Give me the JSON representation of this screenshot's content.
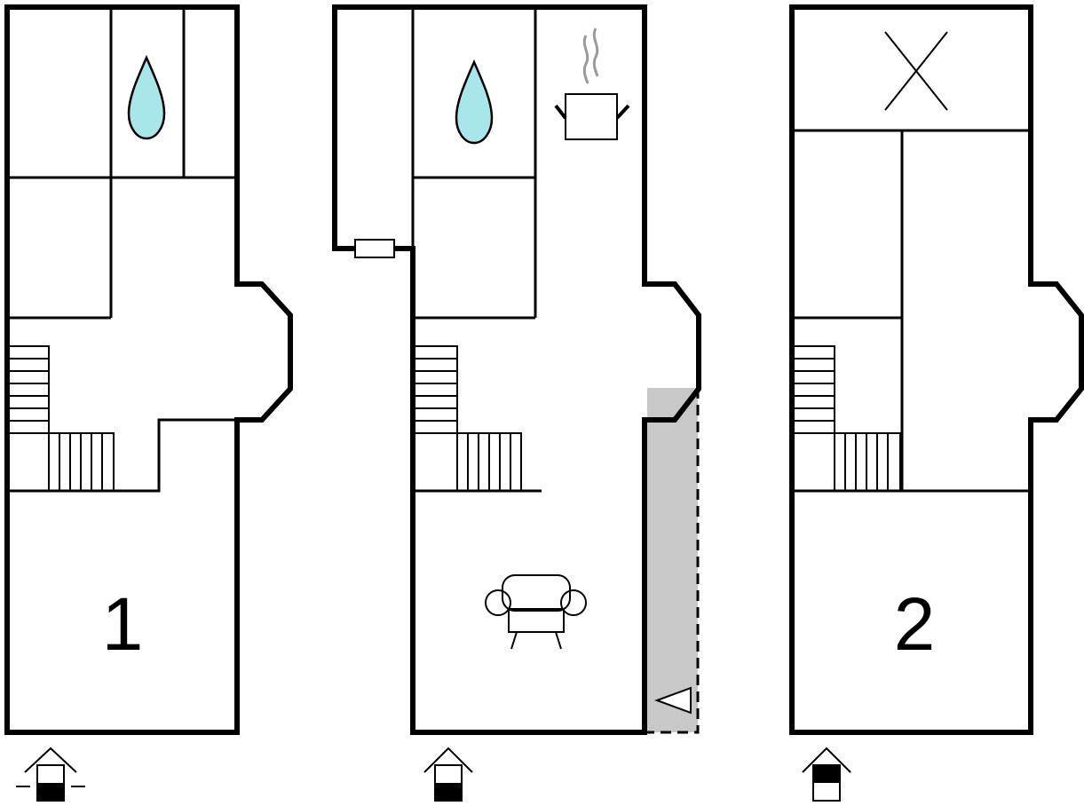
{
  "floors": [
    {
      "label": "1",
      "level": "ground-floor"
    },
    {
      "label": "",
      "level": "middle-floor"
    },
    {
      "label": "2",
      "level": "upper-floor"
    }
  ],
  "icons": {
    "bathroom": "water-drop-icon",
    "kitchen": "cooking-pot-icon",
    "living": "armchair-icon",
    "bedroom": "cross-icon",
    "terrace": "terrace-direction-icon",
    "floor_indicator": "floor-level-house-icon"
  },
  "colors": {
    "wall": "#000000",
    "water": "#a8e6ea",
    "terrace": "#c8c8c8",
    "steam": "#999999"
  }
}
